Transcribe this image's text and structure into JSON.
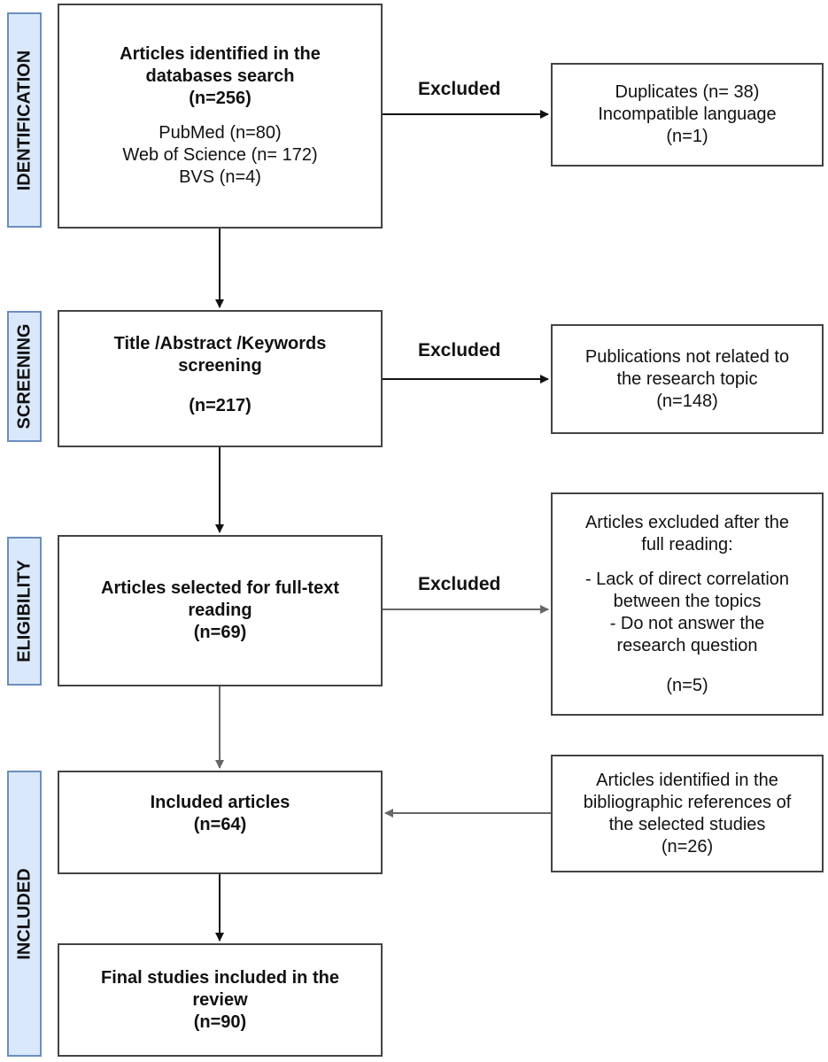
{
  "stages": {
    "identification": "IDENTIFICATION",
    "screening": "SCREENING",
    "eligibility": "ELIGIBILITY",
    "included": "INCLUDED"
  },
  "boxes": {
    "identified": {
      "title": "Articles identified in the\ndatabases search\n(n=256)",
      "sources": "PubMed (n=80)\nWeb of Science (n= 172)\nBVS (n=4)"
    },
    "screening": {
      "title": "Title /Abstract /Keywords\nscreening",
      "count": "(n=217)"
    },
    "fulltext": {
      "title": "Articles selected for full-text\nreading\n(n=69)"
    },
    "included": {
      "title": "Included articles\n(n=64)"
    },
    "final": {
      "title": "Final studies included in the\nreview\n(n=90)"
    },
    "dup_excluded": {
      "text": "Duplicates (n= 38)\nIncompatible language\n(n=1)"
    },
    "topic_excluded": {
      "text": "Publications not related to\nthe research topic\n(n=148)"
    },
    "reading_excluded": {
      "heading": "Articles excluded after the\nfull reading:",
      "reasons": "- Lack of direct correlation\nbetween the topics\n- Do not answer the\nresearch question",
      "count": "(n=5)"
    },
    "references_added": {
      "text": "Articles identified in the\nbibliographic references of\nthe selected studies\n(n=26)"
    }
  },
  "edge_labels": {
    "excluded_1": "Excluded",
    "excluded_2": "Excluded",
    "excluded_3": "Excluded"
  }
}
